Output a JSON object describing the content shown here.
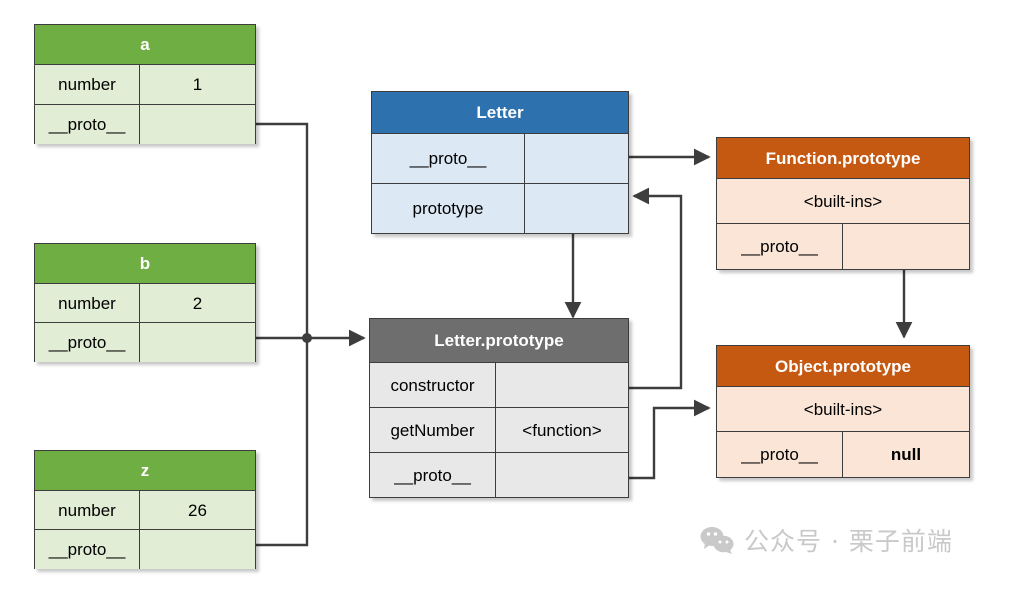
{
  "diagram": {
    "title": "JavaScript prototype chain diagram",
    "colors": {
      "green_header": "#6FAE42",
      "green_body": "#E2EDD5",
      "blue_header": "#2E71AF",
      "blue_body": "#DCE8F4",
      "gray_header": "#6E6E6E",
      "gray_body": "#E8E8E8",
      "orange_header": "#C65911",
      "orange_body": "#FBE5D6",
      "line": "#3d3d3d",
      "watermark": "#c9c9c9"
    }
  },
  "boxes": {
    "a": {
      "title": "a",
      "rows": [
        {
          "key": "number",
          "value": "1"
        },
        {
          "key": "__proto__",
          "value": ""
        }
      ]
    },
    "b": {
      "title": "b",
      "rows": [
        {
          "key": "number",
          "value": "2"
        },
        {
          "key": "__proto__",
          "value": ""
        }
      ]
    },
    "z": {
      "title": "z",
      "rows": [
        {
          "key": "number",
          "value": "26"
        },
        {
          "key": "__proto__",
          "value": ""
        }
      ]
    },
    "letter": {
      "title": "Letter",
      "rows": [
        {
          "key": "__proto__",
          "value": ""
        },
        {
          "key": "prototype",
          "value": ""
        }
      ]
    },
    "letter_prototype": {
      "title": "Letter.prototype",
      "rows": [
        {
          "key": "constructor",
          "value": ""
        },
        {
          "key": "getNumber",
          "value": "<function>"
        },
        {
          "key": "__proto__",
          "value": ""
        }
      ]
    },
    "function_prototype": {
      "title": "Function.prototype",
      "builtins": "<built-ins>",
      "rows": [
        {
          "key": "__proto__",
          "value": ""
        }
      ]
    },
    "object_prototype": {
      "title": "Object.prototype",
      "builtins": "<built-ins>",
      "rows": [
        {
          "key": "__proto__",
          "value": "null"
        }
      ]
    }
  },
  "watermark": {
    "icon": "wechat-icon",
    "text": "公众号 · 栗子前端"
  }
}
